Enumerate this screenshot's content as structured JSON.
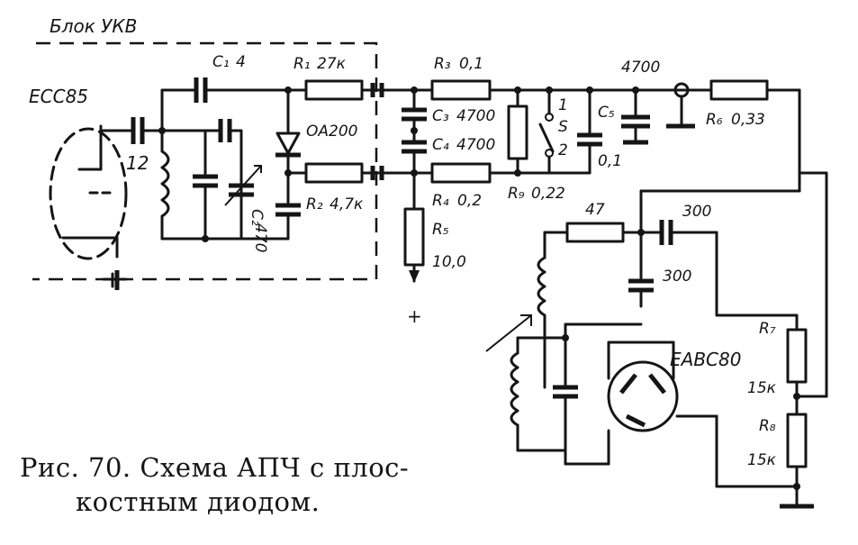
{
  "block_label": "Блок УКВ",
  "tube_ecc85": "ECC85",
  "tube_elbc80": "ЕАВС80",
  "diode_oa200": "ОА200",
  "cap_input": "12",
  "c1": {
    "name": "C₁",
    "value": "4"
  },
  "c2": {
    "name": "C₂",
    "value": "470"
  },
  "c3": {
    "name": "C₃",
    "value": "4700"
  },
  "c4": {
    "name": "C₄",
    "value": "4700"
  },
  "c5": {
    "name": "C₅",
    "value": "0,1"
  },
  "cap_4700": "4700",
  "cap_47": "47",
  "cap_300a": "300",
  "cap_300b": "300",
  "r1": {
    "name": "R₁",
    "value": "27к"
  },
  "r2": {
    "name": "R₂",
    "value": "4,7к"
  },
  "r3": {
    "name": "R₃",
    "value": "0,1"
  },
  "r4": {
    "name": "R₄",
    "value": "0,2"
  },
  "r5": {
    "name": "R₅",
    "value": "10,0"
  },
  "r6": {
    "name": "R₆",
    "value": "0,33"
  },
  "r7": {
    "name": "R₇",
    "value": "15к"
  },
  "r8": {
    "name": "R₈",
    "value": "15к"
  },
  "r9": {
    "name": "R₉",
    "value": "0,22"
  },
  "switch": {
    "name": "S",
    "pos1": "1",
    "pos2": "2"
  },
  "plus_sign": "+",
  "caption": {
    "line1": "Рис. 70. Схема АПЧ с плос-",
    "line2": "костным диодом."
  }
}
